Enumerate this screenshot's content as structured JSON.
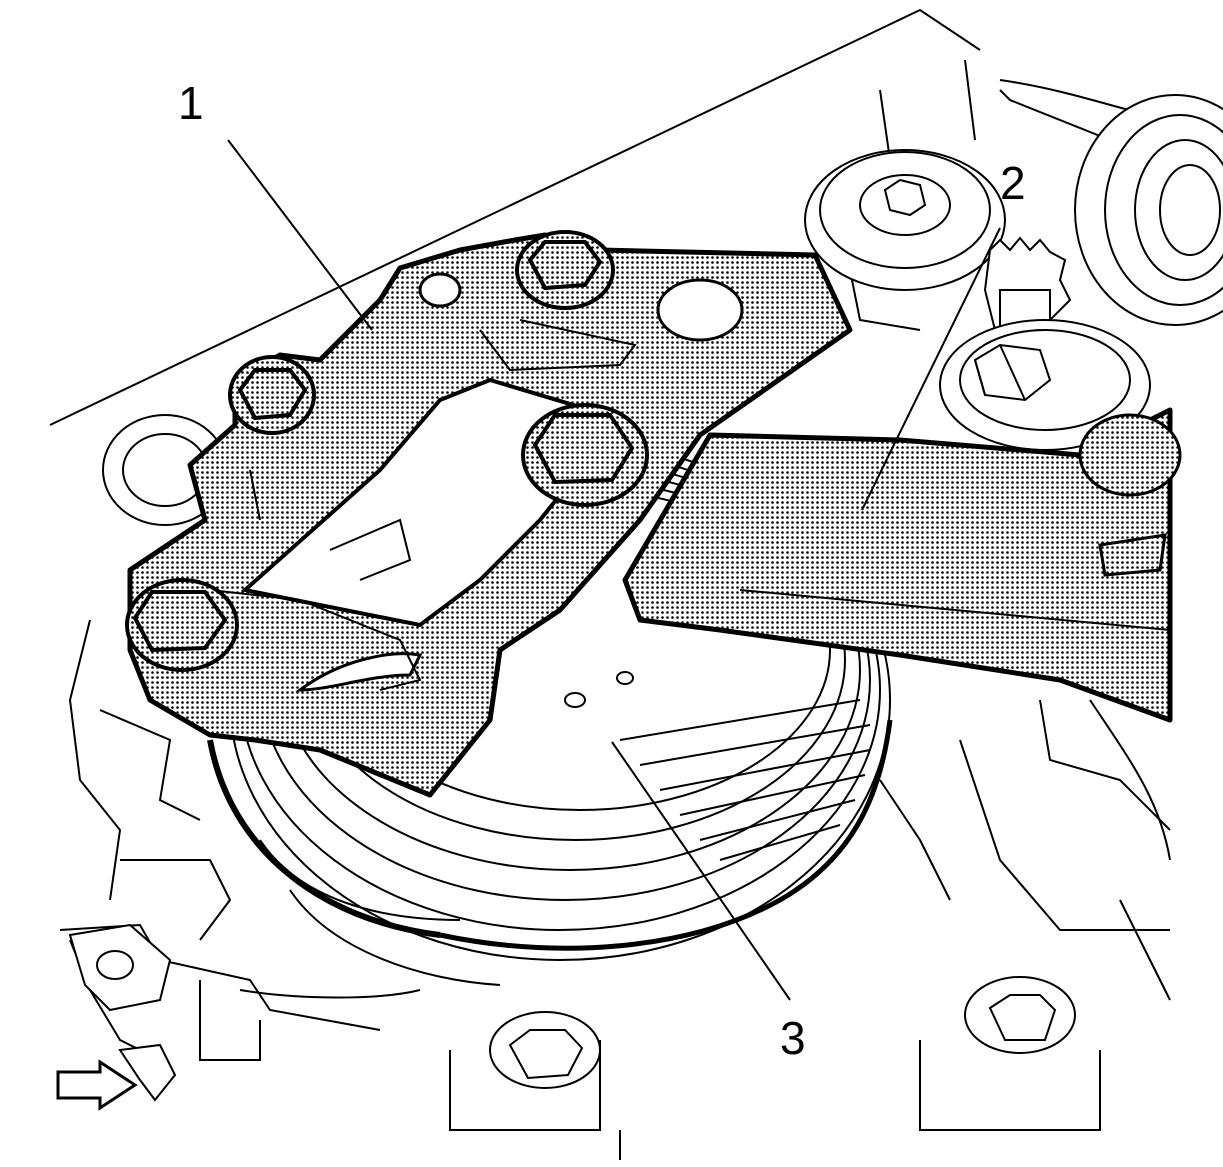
{
  "callouts": {
    "c1": "1",
    "c2": "2",
    "c3": "3"
  },
  "colors": {
    "line": "#000000",
    "background": "#ffffff",
    "tool_fill": "#c8c8c8"
  }
}
